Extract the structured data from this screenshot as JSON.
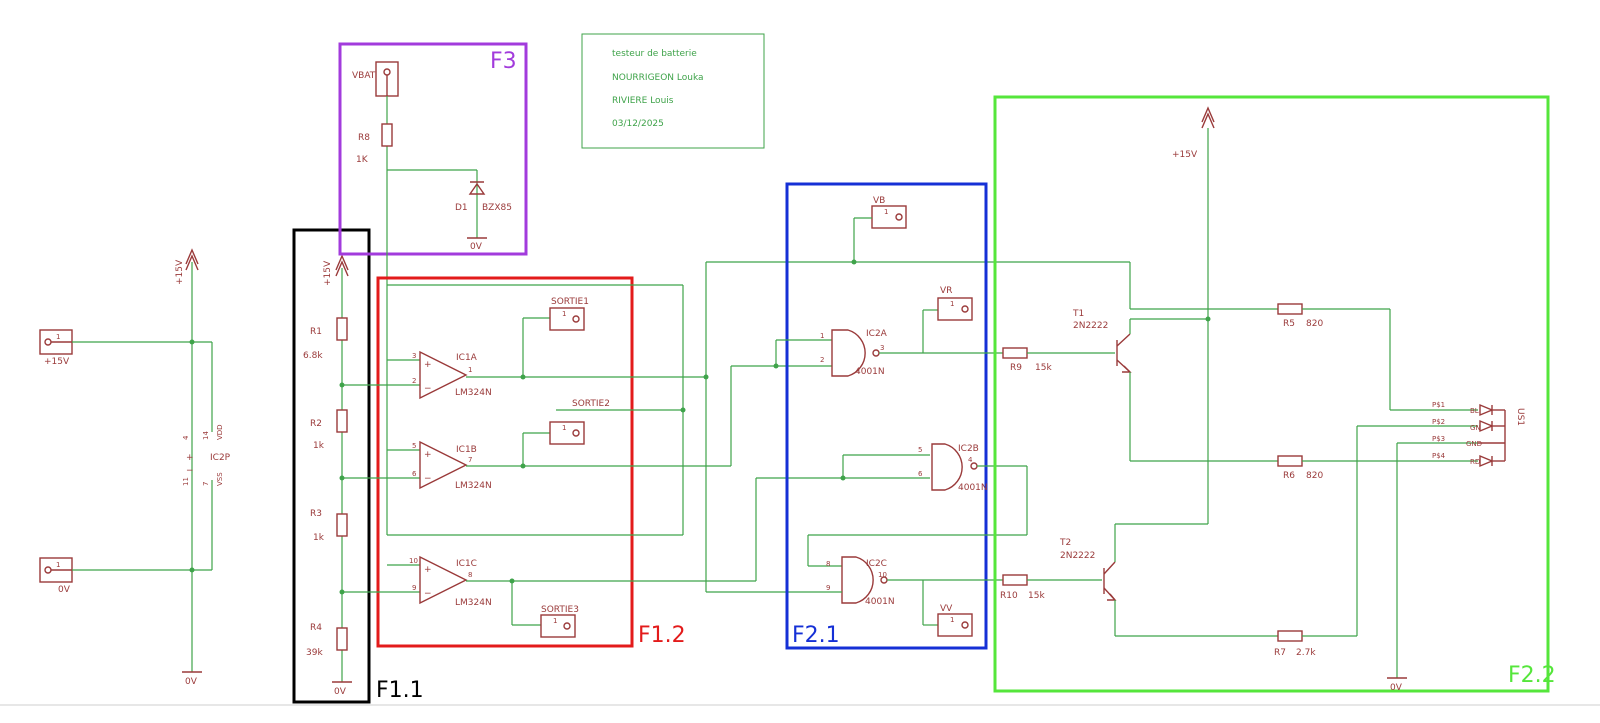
{
  "title_block": {
    "line1": "testeur de batterie",
    "line2": "NOURRIGEON Louka",
    "line3": "RIVIERE Louis",
    "line4": "03/12/2025"
  },
  "blocks": {
    "f11": "F1.1",
    "f12": "F1.2",
    "f21": "F2.1",
    "f22": "F2.2",
    "f3": "F3",
    "colors": {
      "f11": "#000000",
      "f12": "#e31b1b",
      "f21": "#1530d6",
      "f22": "#55e63b",
      "f3": "#a23bdc"
    }
  },
  "power": {
    "vcc": "+15V",
    "gnd": "0V",
    "ic2p": "IC2P",
    "vdd": "VDD",
    "vss": "VSS",
    "pin4": "4",
    "pin11": "11",
    "pin14": "14",
    "pin7": "7"
  },
  "f11": {
    "r1": "R1",
    "r1v": "6.8k",
    "r2": "R2",
    "r2v": "1k",
    "r3": "R3",
    "r3v": "1k",
    "r4": "R4",
    "r4v": "39k"
  },
  "f3": {
    "vbat": "VBAT",
    "r8": "R8",
    "r8v": "1K",
    "d1": "D1",
    "d1v": "BZX85"
  },
  "f12": {
    "ic1a": "IC1A",
    "ic1b": "IC1B",
    "ic1c": "IC1C",
    "part": "LM324N",
    "sortie1": "SORTIE1",
    "sortie2": "SORTIE2",
    "sortie3": "SORTIE3",
    "p3": "3",
    "p2": "2",
    "p1": "1",
    "p5": "5",
    "p6": "6",
    "p7": "7",
    "p10": "10",
    "p9": "9",
    "p8": "8"
  },
  "f21": {
    "ic2a": "IC2A",
    "ic2b": "IC2B",
    "ic2c": "IC2C",
    "part": "4001N",
    "vb": "VB",
    "vr": "VR",
    "vv": "VV",
    "p1": "1",
    "p2": "2",
    "p3": "3",
    "p5": "5",
    "p6": "6",
    "p4": "4",
    "p8": "8",
    "p9": "9",
    "p10": "10"
  },
  "f22": {
    "t1": "T1",
    "t1v": "2N2222",
    "t2": "T2",
    "t2v": "2N2222",
    "r9": "R9",
    "r9v": "15k",
    "r10": "R10",
    "r10v": "15k",
    "r5": "R5",
    "r5v": "820",
    "r6": "R6",
    "r6v": "820",
    "r7": "R7",
    "r7v": "2.7k",
    "us1": "US1",
    "ps1": "P$1",
    "ps2": "P$2",
    "ps3": "P$3",
    "ps4": "P$4",
    "bl": "BL",
    "gn": "GN",
    "gnd": "GND",
    "rd": "RD"
  },
  "pin1": "1"
}
